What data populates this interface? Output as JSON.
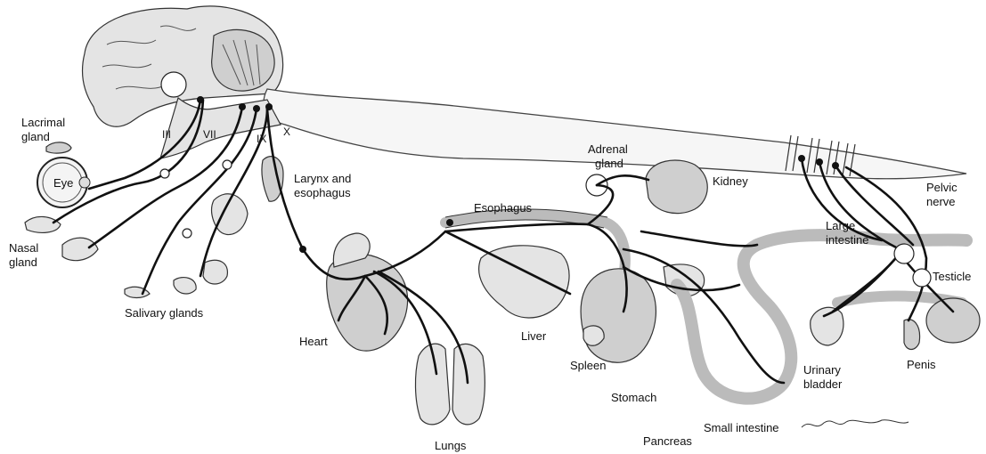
{
  "labels": {
    "lacrimal_gland": [
      "Lacrimal",
      "gland"
    ],
    "eye": "Eye",
    "nasal_gland": [
      "Nasal",
      "gland"
    ],
    "salivary_glands": "Salivary glands",
    "cn3": "III",
    "cn7": "VII",
    "cn9": "IX",
    "cn10": "X",
    "larynx": [
      "Larynx and",
      "esophagus"
    ],
    "heart": "Heart",
    "lungs": "Lungs",
    "esophagus": "Esophagus",
    "liver": "Liver",
    "spleen": "Spleen",
    "stomach": "Stomach",
    "pancreas": "Pancreas",
    "small_intestine": "Small intestine",
    "adrenal_gland": [
      "Adrenal",
      "gland"
    ],
    "kidney": "Kidney",
    "large_intestine": [
      "Large",
      "intestine"
    ],
    "pelvic_nerve": [
      "Pelvic",
      "nerve"
    ],
    "testicle": "Testicle",
    "urinary_bladder": [
      "Urinary",
      "bladder"
    ],
    "penis": "Penis"
  }
}
